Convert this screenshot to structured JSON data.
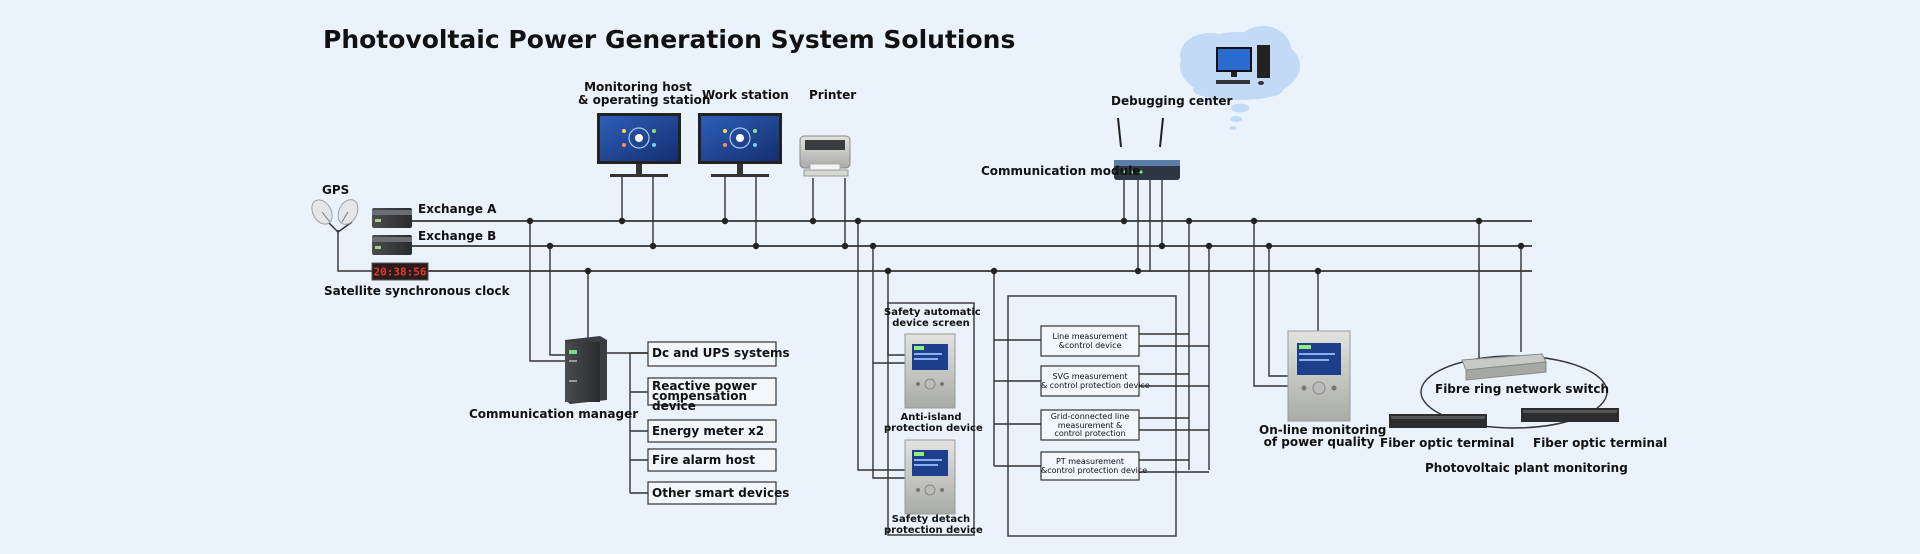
{
  "title": "Photovoltaic Power Generation System Solutions",
  "labels": {
    "gps": "GPS",
    "exchange_a": "Exchange A",
    "exchange_b": "Exchange B",
    "clock_display": "20:38:56",
    "satellite_clock": "Satellite synchronous clock",
    "monitoring_host": [
      "Monitoring host",
      "& operating station"
    ],
    "work_station": "Work station",
    "printer": "Printer",
    "communication_module": "Communication module",
    "debugging_center": "Debugging center",
    "communication_manager": "Communication manager",
    "comm_devices": [
      "Dc and UPS systems",
      "Reactive power compensation device",
      "Energy meter x2",
      "Fire alarm host",
      "Other smart devices"
    ],
    "safety_screen": [
      "Safety automatic",
      "device screen"
    ],
    "anti_island": [
      "Anti-island",
      "protection device"
    ],
    "safety_detach": [
      "Safety detach",
      "protection device"
    ],
    "line_measurement": [
      "Line measurement",
      "&control device"
    ],
    "svg_measurement": [
      "SVG measurement",
      "& control protection device"
    ],
    "grid_connected": [
      "Grid-connected line",
      "measurement &",
      "control protection"
    ],
    "pt_measurement": [
      "PT measurement",
      "&control protection device"
    ],
    "power_quality": [
      "On-line monitoring",
      "of power quality"
    ],
    "fibre_switch": "Fibre ring network switch",
    "fiber_terminal_left": "Fiber optic terminal",
    "fiber_terminal_right": "Fiber optic terminal",
    "plant_monitoring": "Photovoltaic plant monitoring"
  },
  "colors": {
    "background": "#eaf3fc",
    "line": "#333333",
    "screen": "#1e3f8c",
    "device": "#c9cbc7",
    "cloud": "#c2daf5"
  },
  "icons": [
    "satellite-dish-icon",
    "monitor-icon",
    "printer-icon",
    "router-icon",
    "desktop-computer-icon",
    "cloud-icon",
    "server-icon",
    "protection-relay-icon",
    "network-switch-icon",
    "fiber-terminal-icon"
  ]
}
